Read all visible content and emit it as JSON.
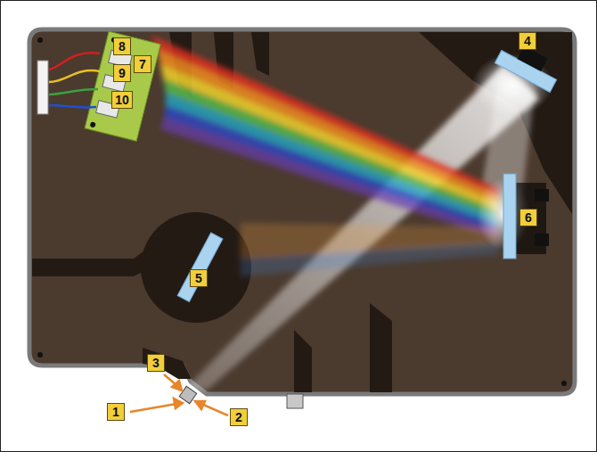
{
  "diagram": {
    "nodes": [
      {
        "text": [
          "8"
        ]
      },
      {
        "text": [
          "4"
        ]
      },
      {
        "text": [
          "7"
        ]
      },
      {
        "text": [
          "9"
        ]
      },
      {
        "text": [
          "10"
        ]
      },
      {
        "text": [
          "6"
        ]
      },
      {
        "text": [
          "5"
        ]
      },
      {
        "text": [
          "3"
        ]
      },
      {
        "text": [
          "1"
        ]
      },
      {
        "text": [
          "2"
        ]
      }
    ]
  }
}
